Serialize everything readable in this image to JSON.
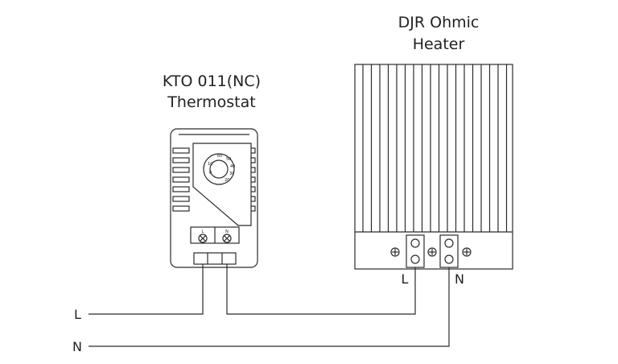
{
  "thermostat": {
    "model": "KTO 011(NC)",
    "type": "Thermostat",
    "terminal_left": "L",
    "terminal_right": "N",
    "dial_marks": [
      "60",
      "50",
      "40",
      "30",
      "20",
      "10",
      "0"
    ]
  },
  "heater": {
    "model": "DJR Ohmic",
    "type": "Heater",
    "terminal_left": "L",
    "terminal_right": "N"
  },
  "supply": {
    "line_label": "L",
    "neutral_label": "N"
  },
  "colors": {
    "stroke": "#2b2b2b",
    "text": "#222222",
    "background": "#ffffff"
  }
}
